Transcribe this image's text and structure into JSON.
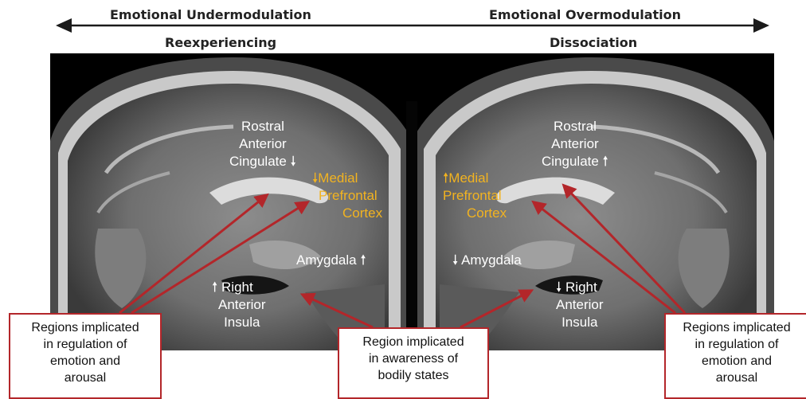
{
  "header": {
    "left_top": "Emotional Undermodulation",
    "right_top": "Emotional Overmodulation",
    "left_sub": "Reexperiencing",
    "right_sub": "Dissociation"
  },
  "left_brain": {
    "rostral_anterior": "Rostral\nAnterior",
    "cingulate": "Cingulate",
    "cingulate_arrow": "down",
    "medial": "Medial",
    "prefrontal": "Prefrontal",
    "cortex": "Cortex",
    "mpfc_arrow": "down",
    "amygdala": "Amygdala",
    "amygdala_arrow": "up",
    "right": "Right",
    "anterior_insula": "Anterior\nInsula",
    "insula_arrow": "up"
  },
  "right_brain": {
    "rostral_anterior": "Rostral\nAnterior",
    "cingulate": "Cingulate",
    "cingulate_arrow": "up",
    "medial": "Medial",
    "prefrontal": "Prefrontal",
    "cortex": "Cortex",
    "mpfc_arrow": "up",
    "amygdala": "Amygdala",
    "amygdala_arrow": "down",
    "right": "Right",
    "anterior_insula": "Anterior\nInsula",
    "insula_arrow": "down"
  },
  "notes": {
    "left": "Regions implicated\nin regulation of\nemotion and\narousal",
    "center": "Region implicated\nin awareness of\nbodily states",
    "right": "Regions implicated\nin regulation of\nemotion and\narousal"
  },
  "colors": {
    "label_white": "#ffffff",
    "label_gold": "#f2b320",
    "pointer_red": "#b3262a",
    "header_text": "#222222"
  }
}
